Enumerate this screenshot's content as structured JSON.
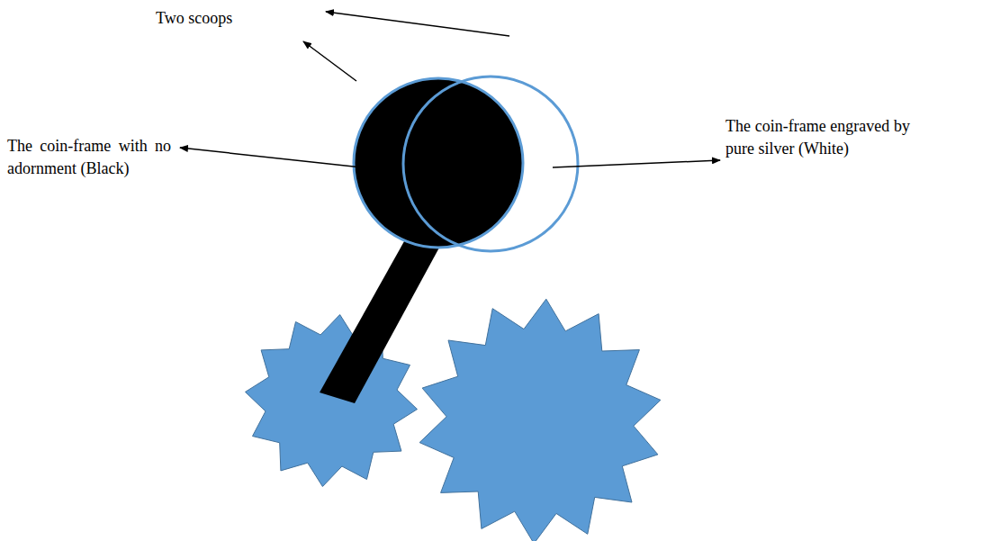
{
  "diagram": {
    "labels": [
      "Two scoops",
      "The coin-frame with no adornment (Black)",
      "The coin-frame engraved by pure silver (White)"
    ]
  }
}
